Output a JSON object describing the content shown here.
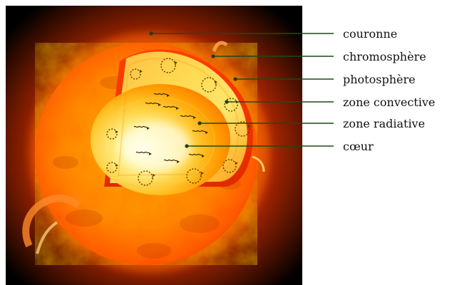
{
  "diagram": {
    "labels": [
      {
        "id": "couronne",
        "text": "couronne"
      },
      {
        "id": "chromosphere",
        "text": "chromosphère"
      },
      {
        "id": "photosphere",
        "text": "photosphère"
      },
      {
        "id": "zone_convective",
        "text": "zone convective"
      },
      {
        "id": "zone_radiative",
        "text": "zone radiative"
      },
      {
        "id": "coeur",
        "text": "cœur"
      }
    ],
    "colors": {
      "background": "#000000",
      "sun_outer": "#ff7a00",
      "sun_edge": "#d92a00",
      "convective": "#ff4a00",
      "radiative": "#ffd000",
      "core": "#fff7b0",
      "leader_line": "#1d4a14",
      "leader_dot": "#1f3d14"
    }
  }
}
